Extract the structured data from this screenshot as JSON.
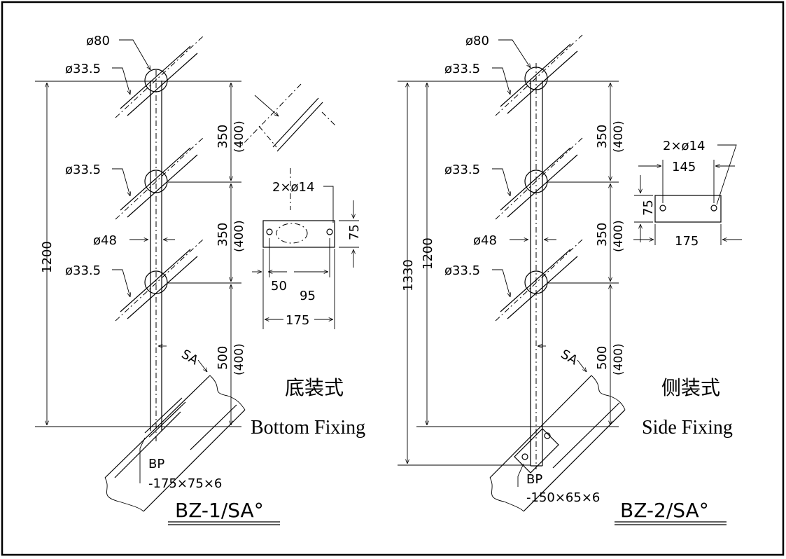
{
  "left": {
    "dia_top_post": "ø80",
    "dia_rail_1": "ø33.5",
    "dia_rail_2": "ø33.5",
    "dia_rail_3": "ø33.5",
    "dia_post": "ø48",
    "dim_total": "1200",
    "dim_seg1": "350",
    "dim_seg1_alt": "(400)",
    "dim_seg2": "350",
    "dim_seg2_alt": "(400)",
    "dim_seg3": "500",
    "dim_seg3_alt": "(400)",
    "slope_label": "SA",
    "plate_holes": "2×ø14",
    "plate_height": "75",
    "plate_edge": "50",
    "plate_pitch": "95",
    "plate_width": "175",
    "bp_label": "BP",
    "bp_size": "-175×75×6",
    "title_cn": "底装式",
    "title_en": "Bottom Fixing",
    "drawing_no": "BZ-1/SA°"
  },
  "right": {
    "dia_top_post": "ø80",
    "dia_rail_1": "ø33.5",
    "dia_rail_2": "ø33.5",
    "dia_rail_3": "ø33.5",
    "dia_post": "ø48",
    "dim_overall": "1330",
    "dim_total": "1200",
    "dim_seg1": "350",
    "dim_seg1_alt": "(400)",
    "dim_seg2": "350",
    "dim_seg2_alt": "(400)",
    "dim_seg3": "500",
    "dim_seg3_alt": "(400)",
    "slope_label": "SA",
    "plate_holes": "2×ø14",
    "plate_pitch": "145",
    "plate_height": "75",
    "plate_width": "175",
    "bp_label": "BP",
    "bp_size": "-150×65×6",
    "title_cn": "侧装式",
    "title_en": "Side Fixing",
    "drawing_no": "BZ-2/SA°"
  }
}
